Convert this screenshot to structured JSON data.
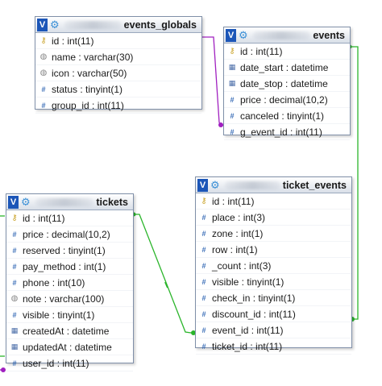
{
  "tables": {
    "events_globals": {
      "name": "events_globals",
      "columns": [
        {
          "icon": "key-icon",
          "text": "id : int(11)"
        },
        {
          "icon": "string-icon",
          "text": "name : varchar(30)"
        },
        {
          "icon": "string-icon",
          "text": "icon : varchar(50)"
        },
        {
          "icon": "number-icon",
          "text": "status : tinyint(1)"
        },
        {
          "icon": "number-icon",
          "text": "group_id : int(11)"
        }
      ]
    },
    "events": {
      "name": "events",
      "columns": [
        {
          "icon": "key-icon",
          "text": "id : int(11)"
        },
        {
          "icon": "date-icon",
          "text": "date_start : datetime"
        },
        {
          "icon": "date-icon",
          "text": "date_stop : datetime"
        },
        {
          "icon": "number-icon",
          "text": "price : decimal(10,2)"
        },
        {
          "icon": "number-icon",
          "text": "canceled : tinyint(1)"
        },
        {
          "icon": "number-icon",
          "text": "g_event_id : int(11)"
        }
      ]
    },
    "tickets": {
      "name": "tickets",
      "columns": [
        {
          "icon": "key-icon",
          "text": "id : int(11)"
        },
        {
          "icon": "number-icon",
          "text": "price : decimal(10,2)"
        },
        {
          "icon": "number-icon",
          "text": "reserved : tinyint(1)"
        },
        {
          "icon": "number-icon",
          "text": "pay_method : int(1)"
        },
        {
          "icon": "number-icon",
          "text": "phone : int(10)"
        },
        {
          "icon": "string-icon",
          "text": "note : varchar(100)"
        },
        {
          "icon": "number-icon",
          "text": "visible : tinyint(1)"
        },
        {
          "icon": "date-icon",
          "text": "createdAt : datetime"
        },
        {
          "icon": "date-icon",
          "text": "updatedAt : datetime"
        },
        {
          "icon": "number-icon",
          "text": "user_id : int(11)"
        }
      ]
    },
    "ticket_events": {
      "name": "ticket_events",
      "columns": [
        {
          "icon": "key-icon",
          "text": "id : int(11)"
        },
        {
          "icon": "number-icon",
          "text": "place : int(3)"
        },
        {
          "icon": "number-icon",
          "text": "zone : int(1)"
        },
        {
          "icon": "number-icon",
          "text": "row : int(1)"
        },
        {
          "icon": "number-icon",
          "text": "_count : int(3)"
        },
        {
          "icon": "number-icon",
          "text": "visible : tinyint(1)"
        },
        {
          "icon": "number-icon",
          "text": "check_in : tinyint(1)"
        },
        {
          "icon": "number-icon",
          "text": "discount_id : int(11)"
        },
        {
          "icon": "number-icon",
          "text": "event_id : int(11)"
        },
        {
          "icon": "number-icon",
          "text": "ticket_id : int(11)"
        }
      ]
    }
  },
  "relations": [
    {
      "from": "events_globals.id",
      "to": "events.g_event_id",
      "color": "#a020c0"
    },
    {
      "from": "events.id",
      "to": "ticket_events.event_id",
      "color": "#2bb52b"
    },
    {
      "from": "tickets.id",
      "to": "ticket_events.ticket_id",
      "color": "#2bb52b"
    }
  ],
  "colors": {
    "header_icon": "#1c56b8",
    "gear": "#3a8fd6",
    "relation_purple": "#a020c0",
    "relation_green": "#2bb52b"
  }
}
